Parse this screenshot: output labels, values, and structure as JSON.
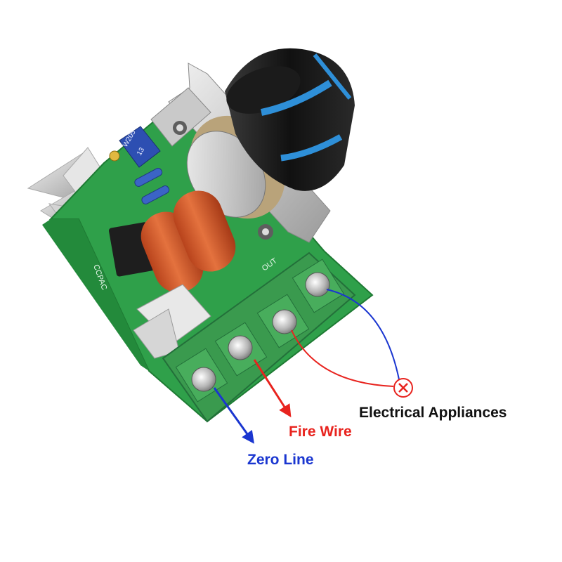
{
  "labels": {
    "electrical_appliances": "Electrical Appliances",
    "fire_wire": "Fire Wire",
    "zero_line": "Zero Line"
  },
  "board_text": {
    "pot_marking": "W205",
    "pot_marking_2": "13",
    "side_marking": "CCPAC",
    "out_marking": "OUT"
  },
  "colors": {
    "fire": "#e8231e",
    "zero": "#1a36d0",
    "pcb": "#2fa04a",
    "terminal": "#3a9a4e",
    "knob": "#1a1a1a",
    "knob_stripe": "#2e8fd8",
    "capacitor": "#d2572a",
    "heatsink": "#dcdcdc"
  },
  "icons": {
    "load_symbol": "circle-x-icon"
  }
}
